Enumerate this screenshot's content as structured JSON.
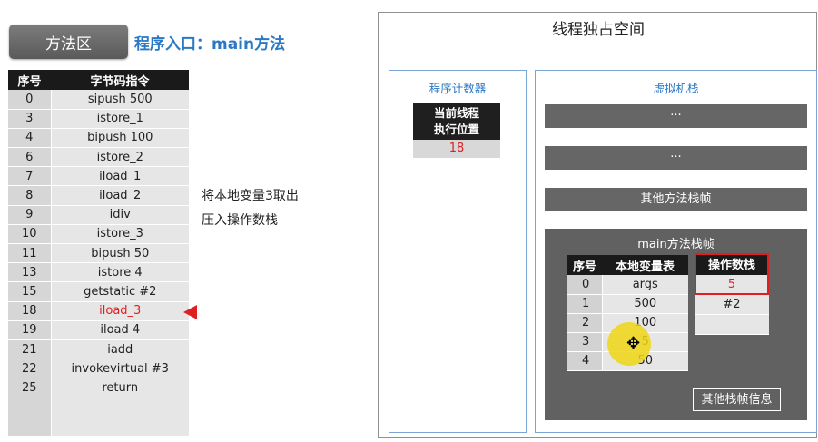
{
  "left": {
    "method_area_label": "方法区",
    "entry_title": "程序入口：main方法",
    "bytecode_table": {
      "headers": [
        "序号",
        "字节码指令"
      ],
      "rows": [
        {
          "index": "0",
          "instruction": "sipush 500"
        },
        {
          "index": "3",
          "instruction": "istore_1"
        },
        {
          "index": "4",
          "instruction": "bipush 100"
        },
        {
          "index": "6",
          "instruction": "istore_2"
        },
        {
          "index": "7",
          "instruction": "iload_1"
        },
        {
          "index": "8",
          "instruction": "iload_2"
        },
        {
          "index": "9",
          "instruction": "idiv"
        },
        {
          "index": "10",
          "instruction": "istore_3"
        },
        {
          "index": "11",
          "instruction": "bipush 50"
        },
        {
          "index": "13",
          "instruction": "istore 4"
        },
        {
          "index": "15",
          "instruction": "getstatic #2"
        },
        {
          "index": "18",
          "instruction": "iload_3"
        },
        {
          "index": "19",
          "instruction": "iload 4"
        },
        {
          "index": "21",
          "instruction": "iadd"
        },
        {
          "index": "22",
          "instruction": "invokevirtual #3"
        },
        {
          "index": "25",
          "instruction": "return"
        }
      ],
      "active_index": "18"
    },
    "description_line1": "将本地变量3取出",
    "description_line2": "压入操作数栈"
  },
  "right": {
    "thread_space_title": "线程独占空间",
    "pc_register": {
      "title": "程序计数器",
      "header_line1": "当前线程",
      "header_line2": "执行位置",
      "value": "18"
    },
    "vm_stack": {
      "title": "虚拟机栈",
      "frame1": "···",
      "frame2": "···",
      "frame3": "其他方法栈帧",
      "main_frame": {
        "title": "main方法栈帧",
        "local_var_headers": [
          "序号",
          "本地变量表"
        ],
        "local_vars": [
          {
            "index": "0",
            "value": "args"
          },
          {
            "index": "1",
            "value": "500"
          },
          {
            "index": "2",
            "value": "100"
          },
          {
            "index": "3",
            "value": "5"
          },
          {
            "index": "4",
            "value": "50"
          }
        ],
        "operand_stack_header": "操作数栈",
        "operand_stack": [
          "5",
          "#2",
          ""
        ],
        "other_info": "其他栈帧信息"
      }
    }
  },
  "colors": {
    "accent_red": "#e02020",
    "title_blue": "#2b78c5",
    "frame_gray": "#616161",
    "cursor_yellow": "#eed614"
  }
}
